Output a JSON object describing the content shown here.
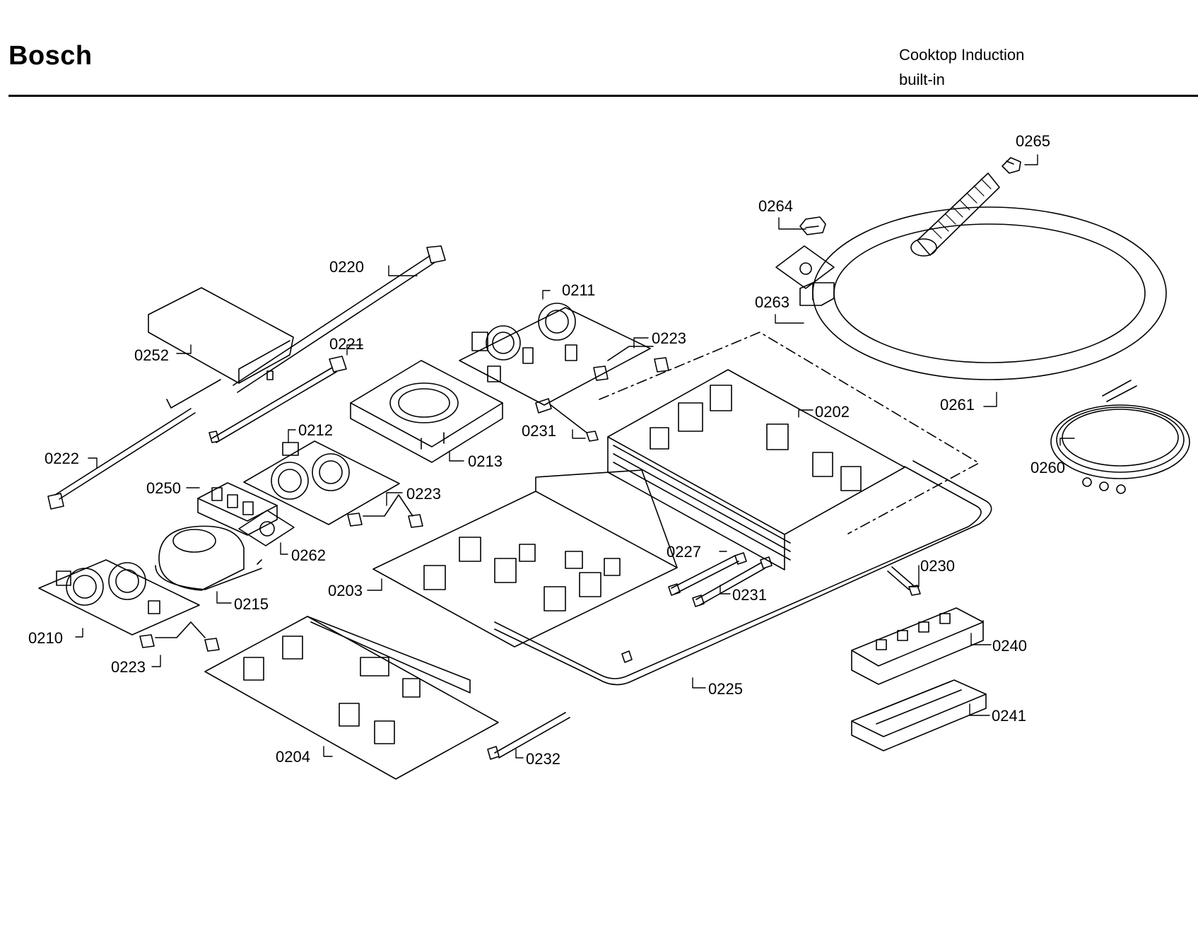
{
  "header": {
    "brand": "Bosch",
    "model_line1": "Cooktop Induction",
    "model_line2": "built-in"
  },
  "callouts": [
    {
      "id": "0265",
      "label": "0265"
    },
    {
      "id": "0264",
      "label": "0264"
    },
    {
      "id": "0263",
      "label": "0263"
    },
    {
      "id": "0261",
      "label": "0261"
    },
    {
      "id": "0260",
      "label": "0260"
    },
    {
      "id": "0220",
      "label": "0220"
    },
    {
      "id": "0211",
      "label": "0211"
    },
    {
      "id": "0223a",
      "label": "0223"
    },
    {
      "id": "0252",
      "label": "0252"
    },
    {
      "id": "0221",
      "label": "0221"
    },
    {
      "id": "0202",
      "label": "0202"
    },
    {
      "id": "0231a",
      "label": "0231"
    },
    {
      "id": "0213",
      "label": "0213"
    },
    {
      "id": "0212",
      "label": "0212"
    },
    {
      "id": "0222",
      "label": "0222"
    },
    {
      "id": "0250",
      "label": "0250"
    },
    {
      "id": "0223b",
      "label": "0223"
    },
    {
      "id": "0262",
      "label": "0262"
    },
    {
      "id": "0227",
      "label": "0227"
    },
    {
      "id": "0230",
      "label": "0230"
    },
    {
      "id": "0203",
      "label": "0203"
    },
    {
      "id": "0231b",
      "label": "0231"
    },
    {
      "id": "0215",
      "label": "0215"
    },
    {
      "id": "0210",
      "label": "0210"
    },
    {
      "id": "0240",
      "label": "0240"
    },
    {
      "id": "0223c",
      "label": "0223"
    },
    {
      "id": "0225",
      "label": "0225"
    },
    {
      "id": "0241",
      "label": "0241"
    },
    {
      "id": "0204",
      "label": "0204"
    },
    {
      "id": "0232",
      "label": "0232"
    }
  ]
}
